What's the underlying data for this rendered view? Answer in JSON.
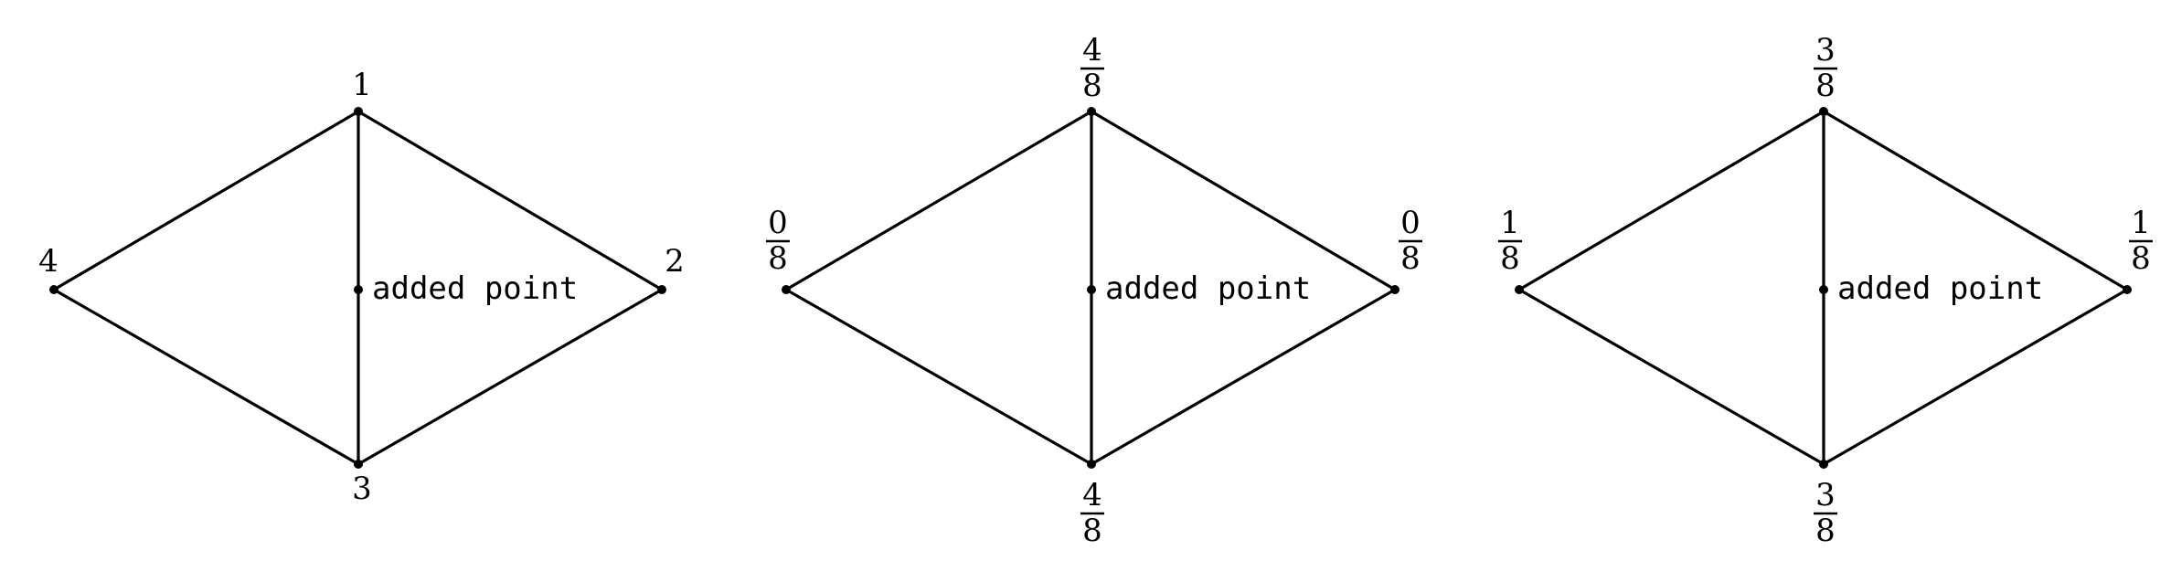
{
  "diagrams": [
    {
      "vertices": {
        "top": {
          "label": "1"
        },
        "right": {
          "label": "2"
        },
        "bottom": {
          "label": "3"
        },
        "left": {
          "label": "4"
        }
      },
      "added_point_label": "added point"
    },
    {
      "vertices": {
        "top": {
          "num": "4",
          "den": "8"
        },
        "right": {
          "num": "0",
          "den": "8"
        },
        "bottom": {
          "num": "4",
          "den": "8"
        },
        "left": {
          "num": "0",
          "den": "8"
        }
      },
      "added_point_label": "added point"
    },
    {
      "vertices": {
        "top": {
          "num": "3",
          "den": "8"
        },
        "right": {
          "num": "1",
          "den": "8"
        },
        "bottom": {
          "num": "3",
          "den": "8"
        },
        "left": {
          "num": "1",
          "den": "8"
        }
      },
      "added_point_label": "added point"
    }
  ],
  "colors": {
    "stroke": "#000000",
    "background": "#ffffff"
  }
}
